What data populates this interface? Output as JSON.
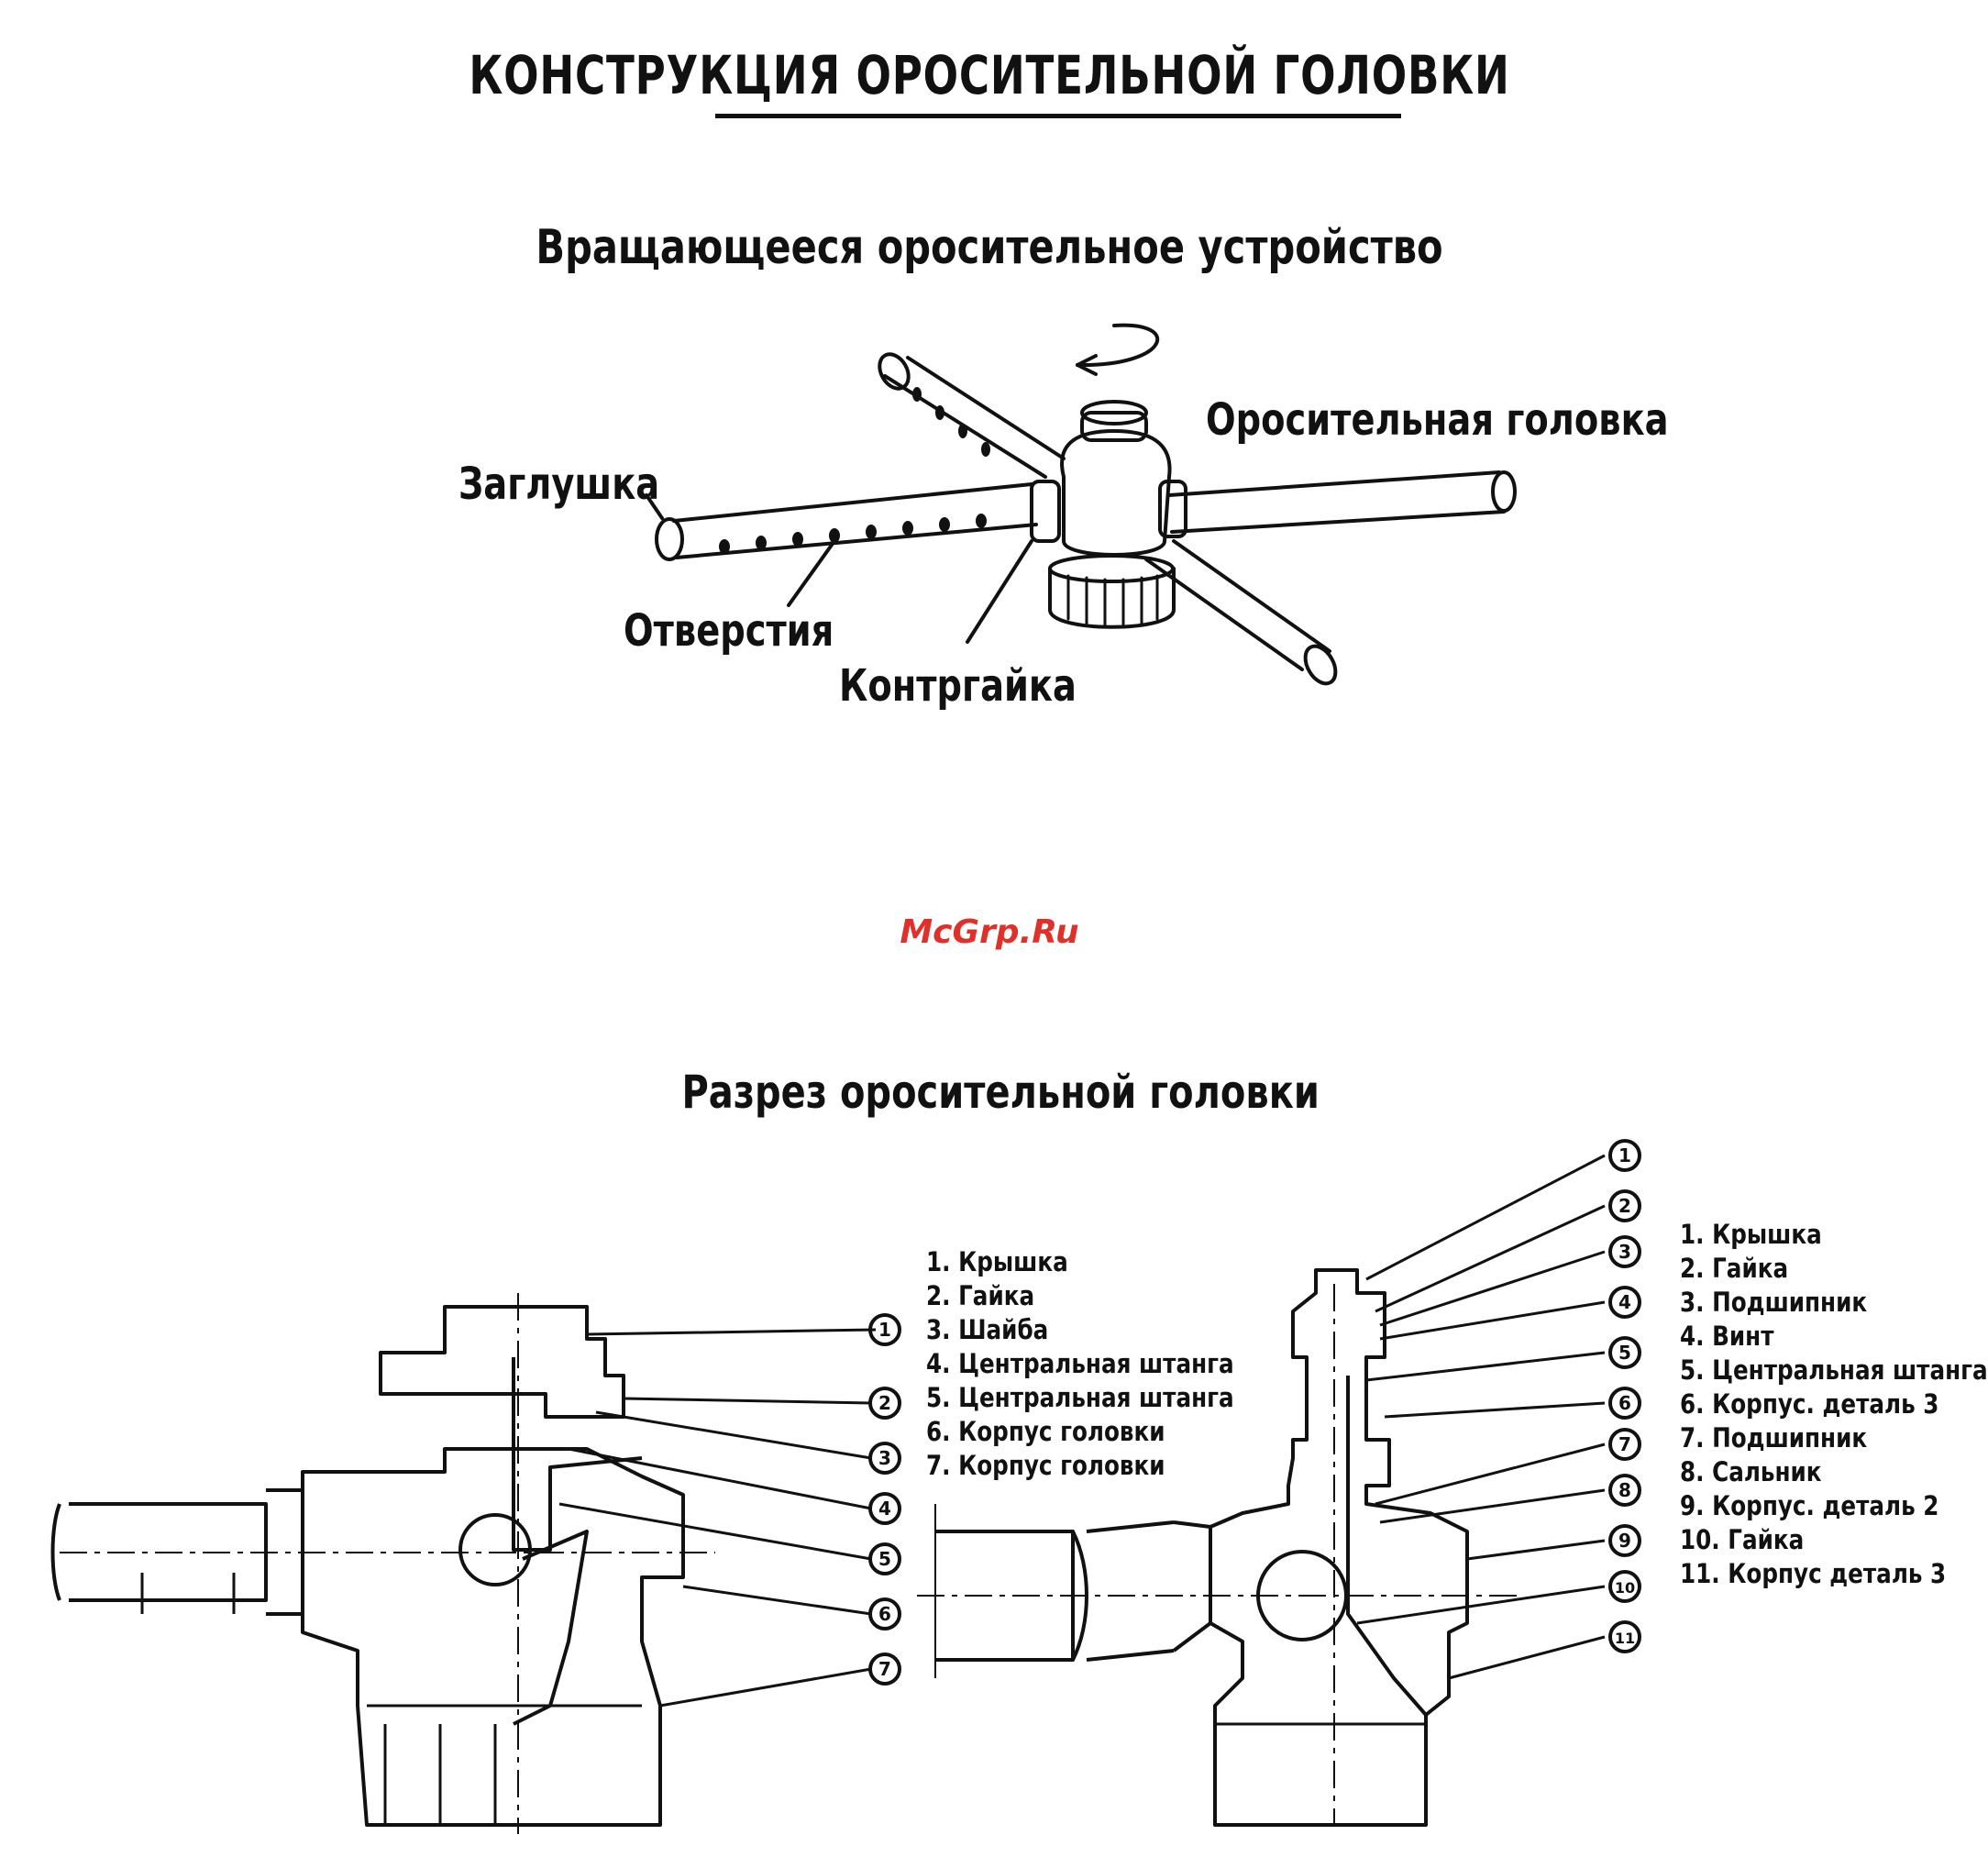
{
  "title": "КОНСТРУКЦИЯ ОРОСИТЕЛЬНОЙ ГОЛОВКИ",
  "rotating_device": {
    "heading": "Вращающееся оросительное устройство",
    "callouts": {
      "sprinkler_head": "Оросительная головка",
      "plug": "Заглушка",
      "holes": "Отверстия",
      "locknut": "Контргайка"
    }
  },
  "watermark": "McGrp.Ru",
  "section": {
    "heading": "Разрез оросительной головки",
    "left_legend": [
      "1. Крышка",
      "2. Гайка",
      "3. Шайба",
      "4. Центральная штанга",
      "5. Центральная штанга",
      "6. Корпус головки",
      "7. Корпус головки"
    ],
    "right_legend": [
      "1. Крышка",
      "2. Гайка",
      "3. Подшипник",
      "4. Винт",
      "5. Центральная штанга",
      "6. Корпус. деталь 3",
      "7. Подшипник",
      "8. Сальник",
      "9. Корпус. деталь 2",
      "10. Гайка",
      "11. Корпус деталь 3"
    ],
    "left_markers": [
      "1",
      "2",
      "3",
      "4",
      "5",
      "6",
      "7"
    ],
    "right_markers": [
      "1",
      "2",
      "3",
      "4",
      "5",
      "6",
      "7",
      "8",
      "9",
      "10",
      "11"
    ]
  }
}
